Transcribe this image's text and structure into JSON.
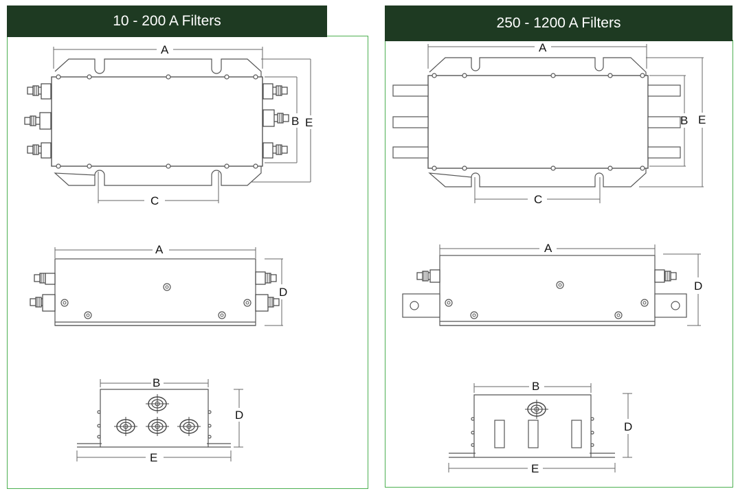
{
  "panels": {
    "left": {
      "title": "10 - 200 A Filters"
    },
    "right": {
      "title": "250 - 1200 A Filters"
    }
  },
  "dimension_labels": {
    "a": "A",
    "b": "B",
    "c": "C",
    "d": "D",
    "e": "E"
  },
  "colors": {
    "header_bg": "#1e3a22",
    "header_text": "#ffffff",
    "panel_border": "#4caf50",
    "line": "#555555"
  }
}
